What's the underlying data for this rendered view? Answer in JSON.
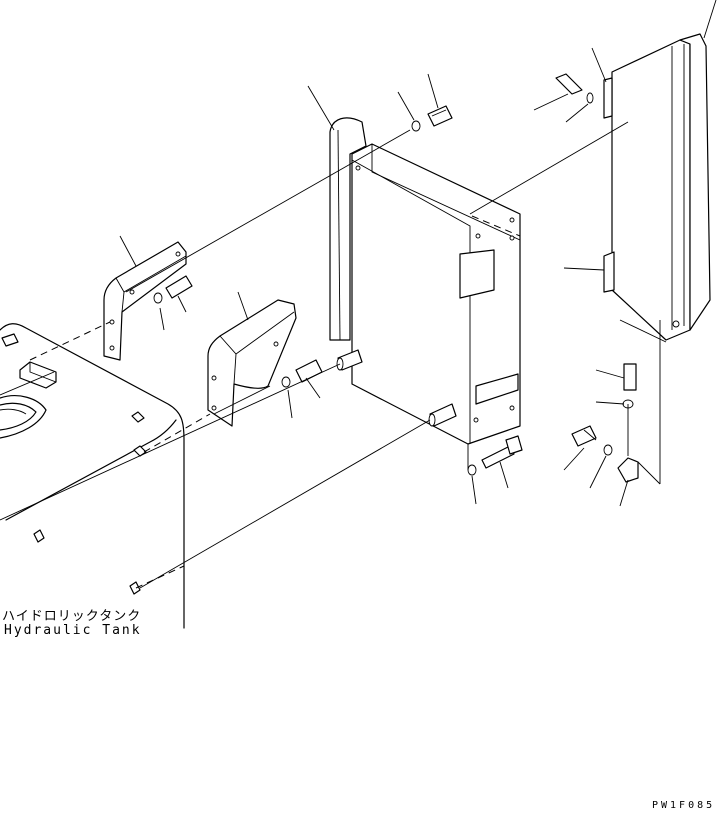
{
  "labels": {
    "hydraulic_tank_jp": "ハイドロリックタンク",
    "hydraulic_tank_en": "Hydraulic Tank"
  },
  "drawing_code": "PW1F085"
}
